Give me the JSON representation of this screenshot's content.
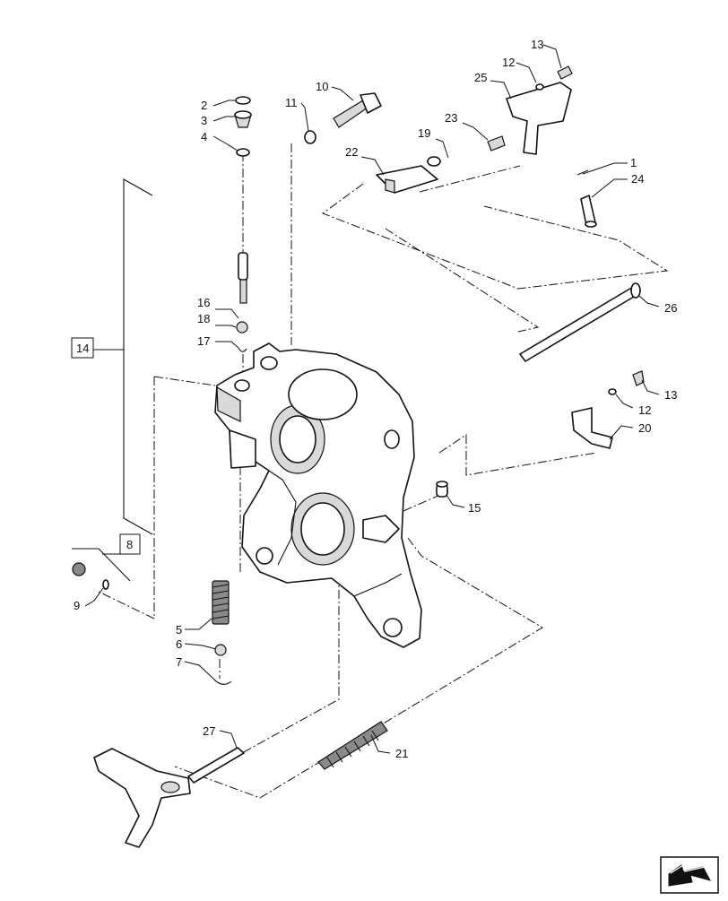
{
  "callouts": [
    "1",
    "2",
    "3",
    "4",
    "5",
    "6",
    "7",
    "9",
    "10",
    "11",
    "12",
    "12",
    "13",
    "13",
    "15",
    "16",
    "17",
    "18",
    "19",
    "20",
    "21",
    "22",
    "23",
    "24",
    "25",
    "26",
    "27"
  ],
  "boxed_callouts": [
    "14",
    "8"
  ],
  "icons": [
    "next-page-arrow-icon"
  ],
  "colors": {
    "line": "#111111",
    "shade": "#d9d9d9",
    "background": "#ffffff"
  }
}
